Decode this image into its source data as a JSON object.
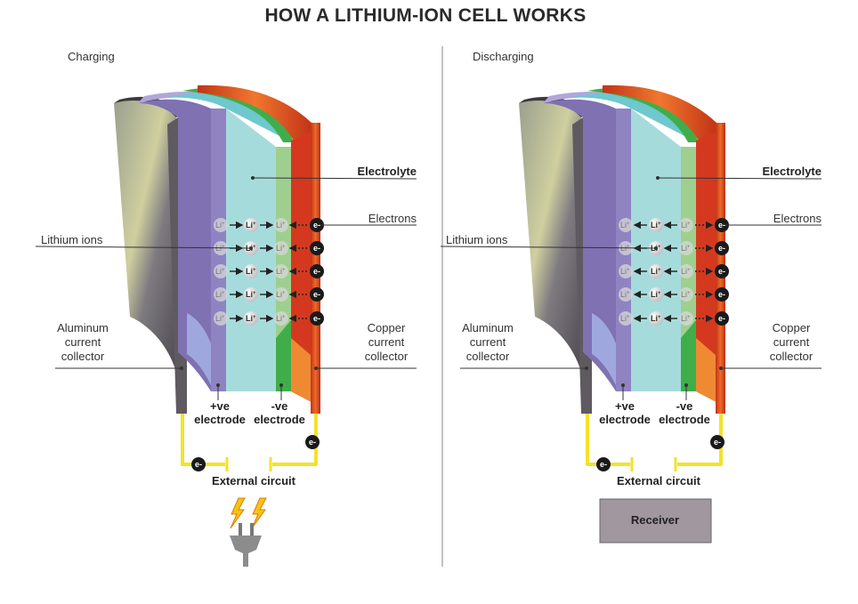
{
  "title": "HOW A LITHIUM-ION CELL WORKS",
  "panels": [
    {
      "heading": "Charging",
      "labels": {
        "electrolyte": "Electrolyte",
        "electrons": "Electrons",
        "lithium_ions": "Lithium ions",
        "aluminum_collector": [
          "Aluminum",
          "current",
          "collector"
        ],
        "copper_collector": [
          "Copper",
          "current",
          "collector"
        ],
        "positive_electrode": [
          "+ve",
          "electrode"
        ],
        "negative_electrode": [
          "-ve",
          "electrode"
        ],
        "external_circuit": "External circuit"
      },
      "ion_label": "Li",
      "ion_sup": "+",
      "electron_label": "e-",
      "ion_direction": "toward-negative",
      "power": "plug"
    },
    {
      "heading": "Discharging",
      "labels": {
        "electrolyte": "Electrolyte",
        "electrons": "Electrons",
        "lithium_ions": "Lithium ions",
        "aluminum_collector": [
          "Aluminum",
          "current",
          "collector"
        ],
        "copper_collector": [
          "Copper",
          "current",
          "collector"
        ],
        "positive_electrode": [
          "+ve",
          "electrode"
        ],
        "negative_electrode": [
          "-ve",
          "electrode"
        ],
        "external_circuit": "External circuit"
      },
      "ion_label": "Li",
      "ion_sup": "+",
      "electron_label": "e-",
      "ion_direction": "toward-positive",
      "power": "receiver",
      "receiver_label": "Receiver"
    }
  ],
  "colors": {
    "aluminum": "#5f5a60",
    "positive_electrode": "#8f83c2",
    "electrolyte": "#a6dbdc",
    "negative_electrode": "#9fcf8f",
    "copper": "#d4391f",
    "wire": "#f4e22a",
    "electron": "#1a1a1a",
    "receiver": "#a1979e"
  }
}
